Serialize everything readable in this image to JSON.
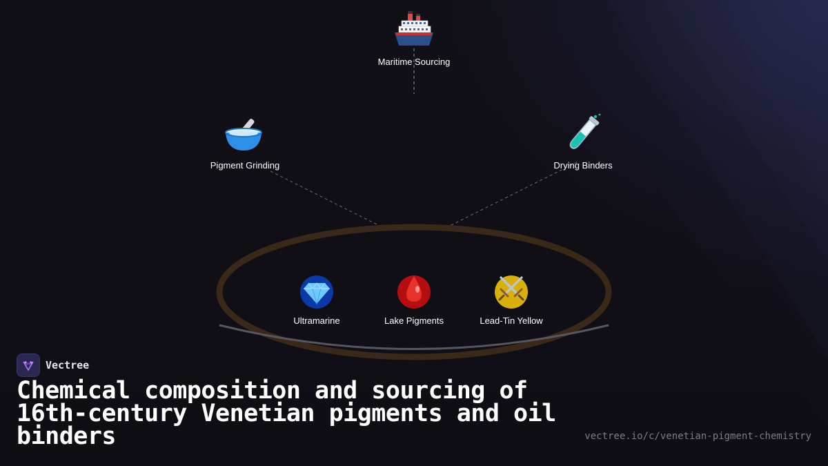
{
  "diagram": {
    "nodes": [
      {
        "id": "maritime",
        "label": "Maritime Sourcing",
        "icon": "ship-icon"
      },
      {
        "id": "grinding",
        "label": "Pigment Grinding",
        "icon": "mortar-bowl-icon"
      },
      {
        "id": "binders",
        "label": "Drying Binders",
        "icon": "test-tube-icon"
      }
    ],
    "pigments": [
      {
        "id": "ultramarine",
        "label": "Ultramarine",
        "icon": "gem-icon",
        "color": "#0a3aa6"
      },
      {
        "id": "lake",
        "label": "Lake Pigments",
        "icon": "drop-icon",
        "color": "#b30f10"
      },
      {
        "id": "leadtin",
        "label": "Lead-Tin Yellow",
        "icon": "crossed-swords-icon",
        "color": "#d8b00a"
      }
    ],
    "ring_color": "#3a2818"
  },
  "brand": {
    "name": "Vectree",
    "logo": "vectree-logo-icon"
  },
  "title": "Chemical composition and sourcing of 16th-century Venetian pigments and oil binders",
  "url": "vectree.io/c/venetian-pigment-chemistry"
}
